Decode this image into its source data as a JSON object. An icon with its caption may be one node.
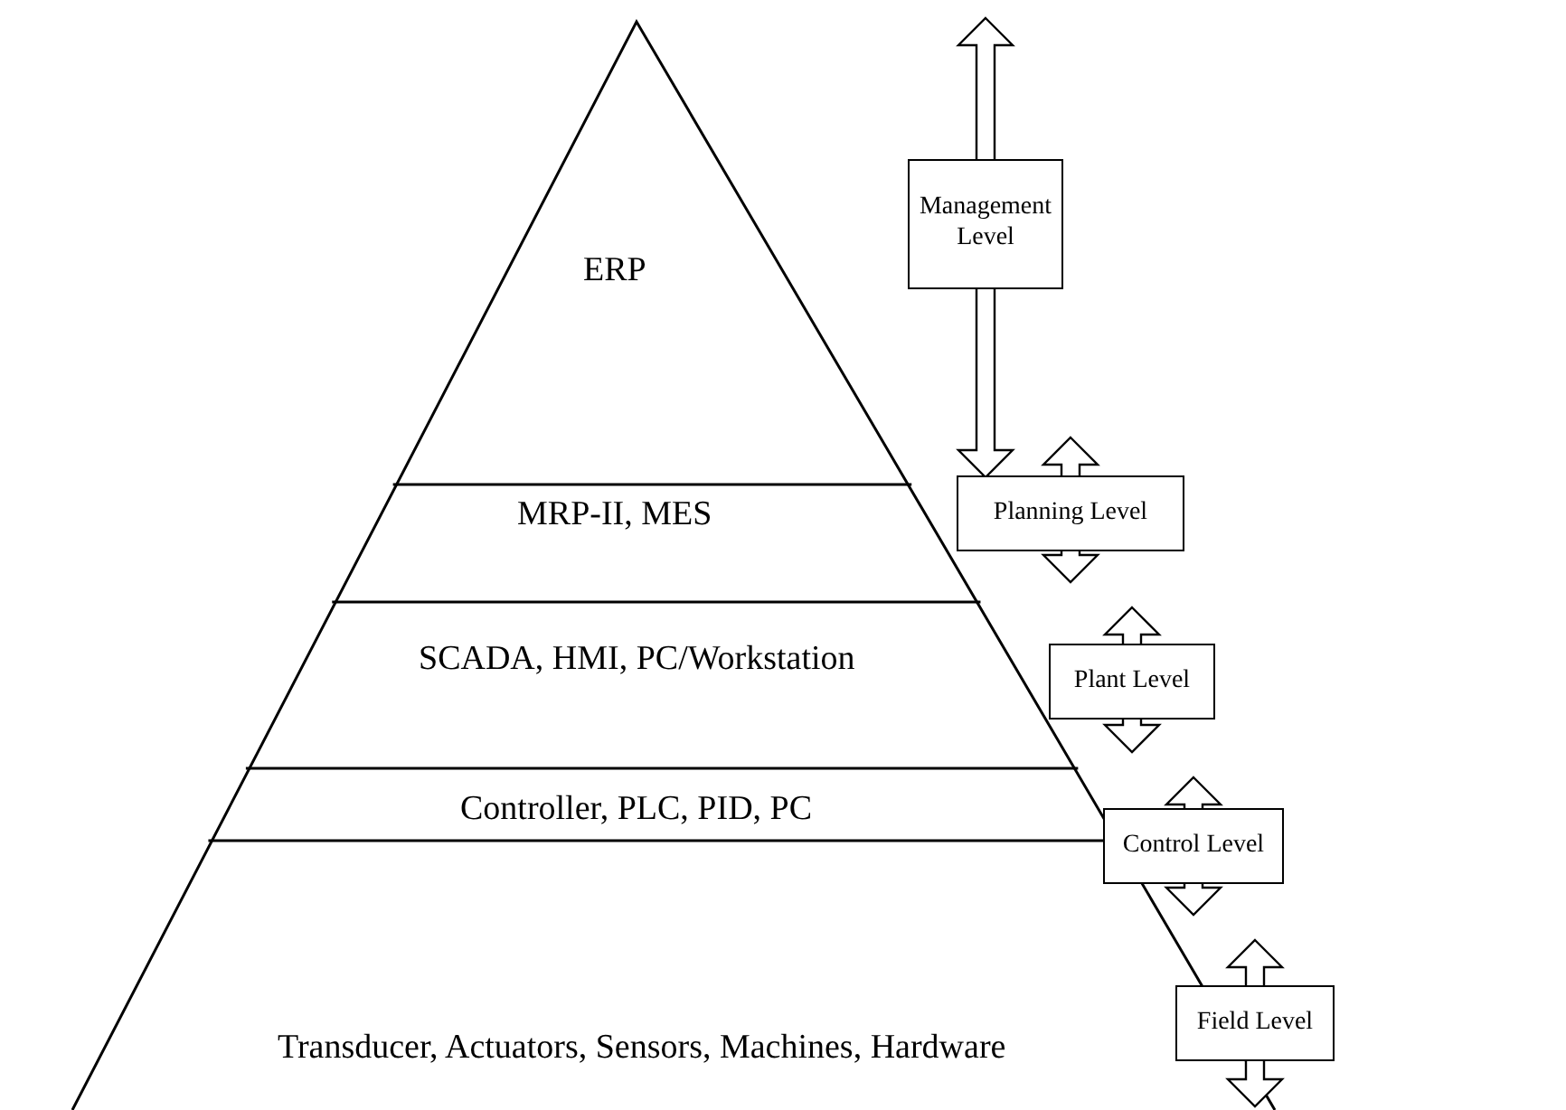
{
  "diagram": {
    "nodes": [
      {
        "text": [
          "ERP"
        ]
      },
      {
        "text": [
          "MRP-II, MES"
        ]
      },
      {
        "text": [
          "SCADA, HMI, PC/Workstation"
        ]
      },
      {
        "text": [
          "Controller, PLC, PID, PC"
        ]
      },
      {
        "text": [
          "Transducer, Actuators, Sensors, Machines, Hardware"
        ]
      },
      {
        "text": [
          "Management Level"
        ]
      },
      {
        "text": [
          "Planning Level"
        ]
      },
      {
        "text": [
          "Plant Level"
        ]
      },
      {
        "text": [
          "Control Level"
        ]
      },
      {
        "text": [
          "Field Level"
        ]
      }
    ]
  }
}
